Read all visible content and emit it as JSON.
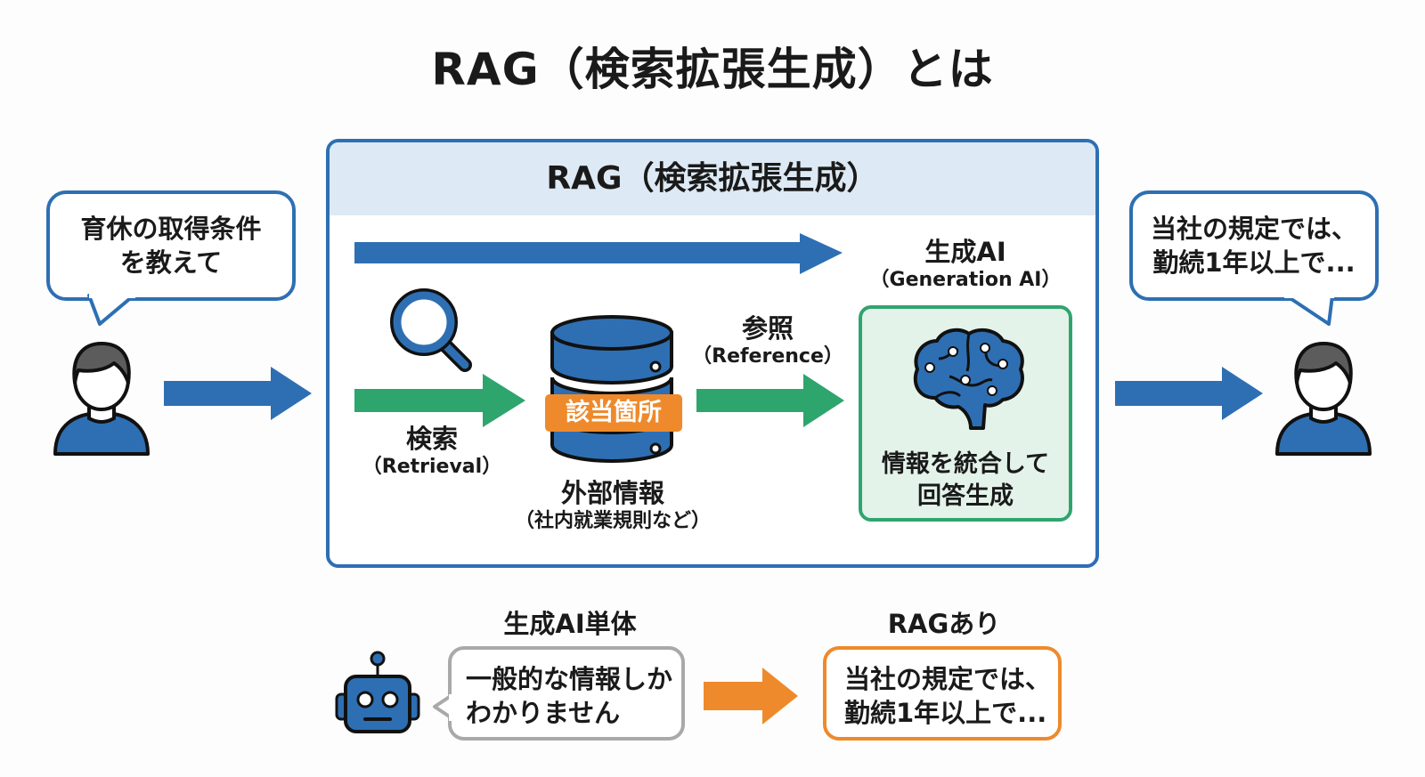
{
  "title": "RAG（検索拡張生成）とは",
  "colors": {
    "blue": "#2e6fb3",
    "green": "#2fa56e",
    "orange": "#ee8a2c",
    "gray": "#a9a9a9",
    "header_bg": "#dde9f4",
    "gen_bg": "#e3f3ea"
  },
  "user_bubble": {
    "line1": "育休の取得条件",
    "line2": "を教えて"
  },
  "answer_bubble": {
    "line1": "当社の規定では、",
    "line2": "勤続1年以上で..."
  },
  "rag_box": {
    "header": "RAG（検索拡張生成）",
    "retrieval": {
      "label": "検索",
      "sub": "（Retrieval）"
    },
    "database": {
      "tag": "該当箇所",
      "label": "外部情報",
      "sub": "（社内就業規則など）"
    },
    "reference": {
      "label": "参照",
      "sub": "（Reference）"
    },
    "generation": {
      "label": "生成AI",
      "sub": "（Generation AI）",
      "line1": "情報を統合して",
      "line2": "回答生成"
    }
  },
  "comparison": {
    "without_rag": {
      "label": "生成AI単体",
      "line1": "一般的な情報しか",
      "line2": "わかりません"
    },
    "with_rag": {
      "label": "RAGあり",
      "line1": "当社の規定では、",
      "line2": "勤続1年以上で..."
    }
  }
}
